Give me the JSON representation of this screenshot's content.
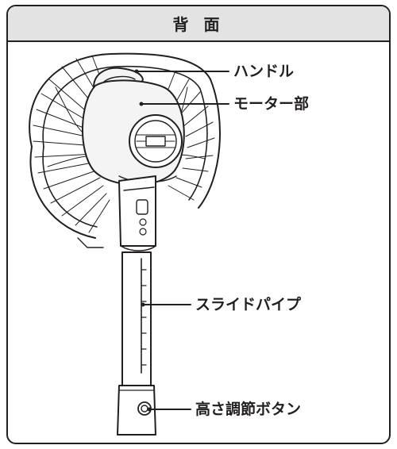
{
  "title": "背 面",
  "labels": {
    "handle": "ハンドル",
    "motor": "モーター部",
    "slide_pipe": "スライドパイプ",
    "height_button": "高さ調節ボタン"
  },
  "colors": {
    "line": "#231f20",
    "header_bg": "#e3e3e3",
    "motor_fill": "#f4f4f4"
  }
}
